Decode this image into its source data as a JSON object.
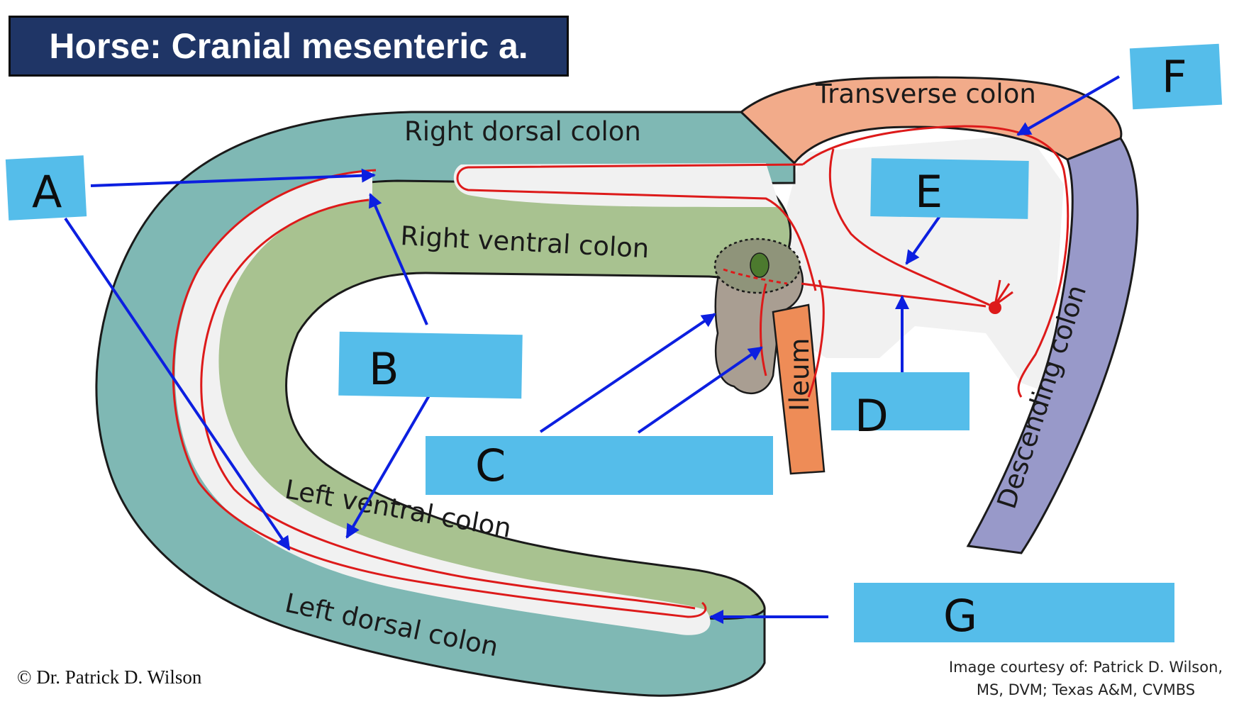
{
  "title": "Horse: Cranial mesenteric a.",
  "regions": {
    "right_dorsal_colon": "Right dorsal colon",
    "right_ventral_colon": "Right ventral colon",
    "left_ventral_colon": "Left ventral colon",
    "left_dorsal_colon": "Left dorsal colon",
    "transverse_colon": "Transverse colon",
    "descending_colon": "Descending colon",
    "ileum": "Ileum"
  },
  "labels": {
    "a": "A",
    "b": "B",
    "c": "C",
    "d": "D",
    "e": "E",
    "f": "F",
    "g": "G"
  },
  "credits": {
    "copyright": "© Dr. Patrick D. Wilson",
    "courtesy_line1": "Image courtesy of: Patrick D. Wilson,",
    "courtesy_line2": "MS, DVM; Texas A&M, CVMBS"
  },
  "colors": {
    "dorsal_colon": "#7fb8b4",
    "ventral_colon": "#a8c290",
    "transverse_colon": "#f2ab8a",
    "descending_colon": "#9899c9",
    "ileum": "#ee8c57",
    "cecum": "#a99e92",
    "mesentery": "#f1f1f1",
    "artery": "#dd1a1a",
    "label_box": "#55bdea",
    "pointer": "#0c1fe0",
    "title_bg": "#1f3566"
  }
}
